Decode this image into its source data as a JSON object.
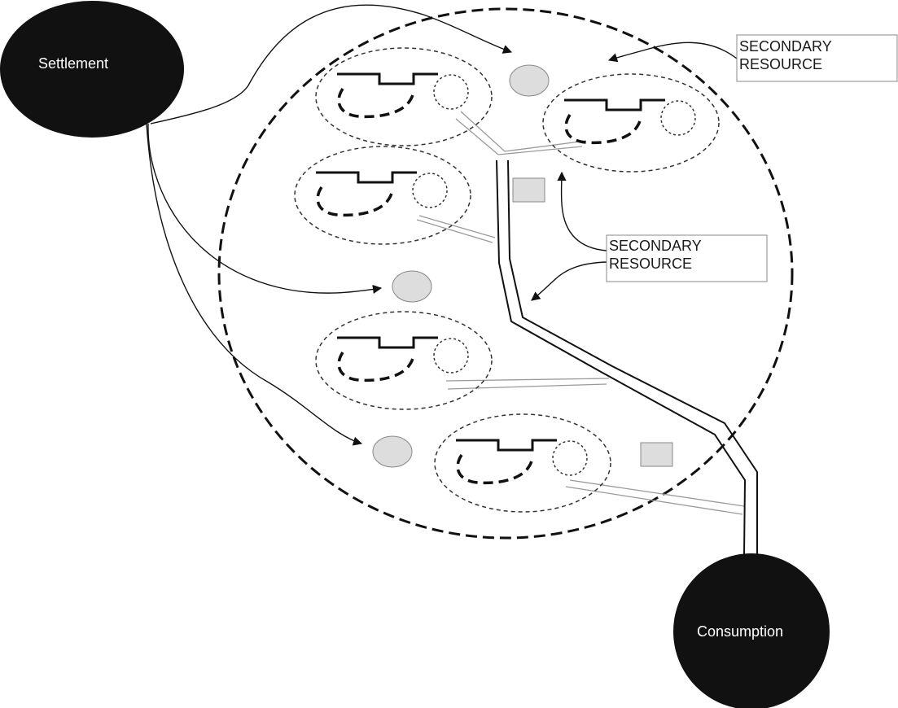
{
  "nodes": {
    "settlement": {
      "label": "Settlement"
    },
    "consumption": {
      "label": "Consumption"
    }
  },
  "callouts": [
    {
      "lines": [
        "SECONDARY",
        "RESOURCE"
      ]
    },
    {
      "lines": [
        "SECONDARY",
        "RESOURCE"
      ]
    }
  ],
  "colors": {
    "node_fill": "#111111",
    "resource_fill": "#dddddd",
    "stroke": "#111111",
    "path_gray": "#9a9a9a"
  }
}
